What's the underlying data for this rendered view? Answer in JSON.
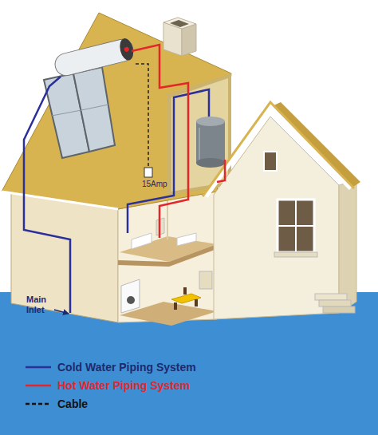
{
  "diagram": {
    "labels": [
      "Main Inlet",
      "15Amp"
    ],
    "legend": [
      {
        "text": "Cold Water Piping System"
      },
      {
        "text": "Hot Water Piping System"
      },
      {
        "text": "Cable"
      }
    ]
  }
}
